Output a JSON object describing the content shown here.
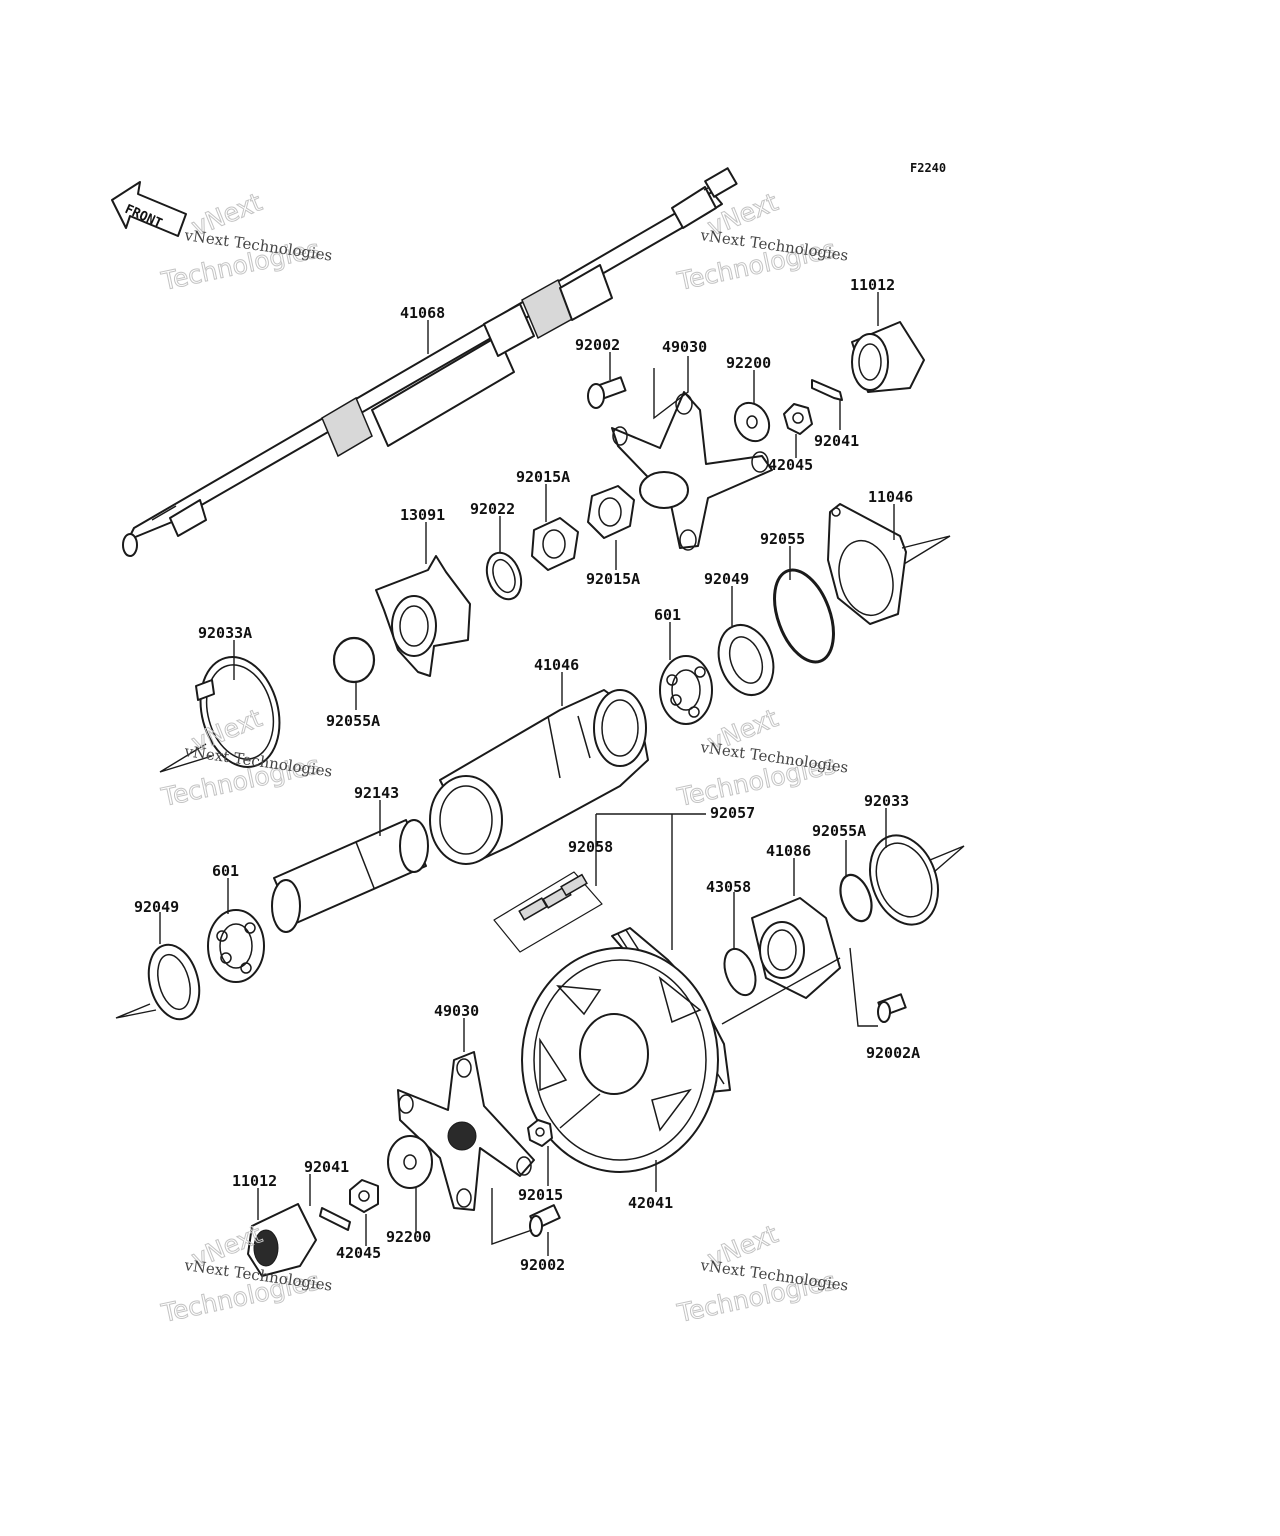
{
  "figure_ref": "F2240",
  "front_marker": "FRONT",
  "watermark": {
    "small": "vNext Technologies",
    "large_top": "vNext",
    "large_bottom": "Technologies"
  },
  "parts": [
    {
      "id": "41068"
    },
    {
      "id": "11012"
    },
    {
      "id": "92002"
    },
    {
      "id": "49030"
    },
    {
      "id": "92200"
    },
    {
      "id": "42045"
    },
    {
      "id": "92041"
    },
    {
      "id": "11046"
    },
    {
      "id": "92015A"
    },
    {
      "id": "92022"
    },
    {
      "id": "13091"
    },
    {
      "id": "92055"
    },
    {
      "id": "92049"
    },
    {
      "id": "601"
    },
    {
      "id": "92033A"
    },
    {
      "id": "92055A"
    },
    {
      "id": "41046"
    },
    {
      "id": "92143"
    },
    {
      "id": "92057"
    },
    {
      "id": "92058"
    },
    {
      "id": "92033"
    },
    {
      "id": "41086"
    },
    {
      "id": "43058"
    },
    {
      "id": "92002A"
    },
    {
      "id": "42041"
    },
    {
      "id": "92015"
    }
  ],
  "labels": {
    "l_41068": "41068",
    "l_11012_top": "11012",
    "l_92002_top": "92002",
    "l_49030_top": "49030",
    "l_92200_top": "92200",
    "l_42045_top": "42045",
    "l_92041_top": "92041",
    "l_11046": "11046",
    "l_92015A_1": "92015A",
    "l_92015A_2": "92015A",
    "l_92022": "92022",
    "l_13091": "13091",
    "l_92055": "92055",
    "l_92049_right": "92049",
    "l_601_right": "601",
    "l_92033A": "92033A",
    "l_92055A_left": "92055A",
    "l_41046": "41046",
    "l_92143": "92143",
    "l_92057": "92057",
    "l_92058": "92058",
    "l_92033": "92033",
    "l_92055A_right": "92055A",
    "l_41086": "41086",
    "l_43058": "43058",
    "l_601_left": "601",
    "l_92049_left": "92049",
    "l_49030_bot": "49030",
    "l_92002A": "92002A",
    "l_92041_bot": "92041",
    "l_11012_bot": "11012",
    "l_92015": "92015",
    "l_42041": "42041",
    "l_42045_bot": "42045",
    "l_92200_bot": "92200",
    "l_92002_bot": "92002"
  }
}
